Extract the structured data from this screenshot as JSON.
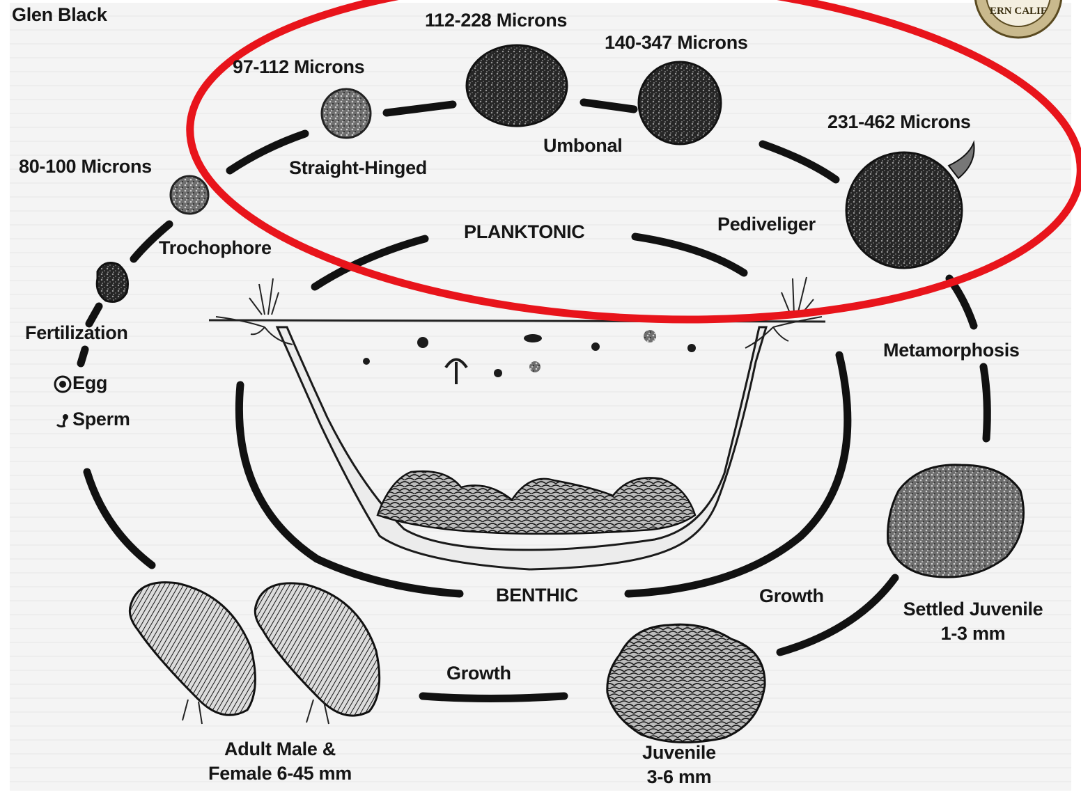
{
  "author": "Glen Black",
  "logo": {
    "text": "ERN CALIF"
  },
  "zones": {
    "planktonic": "PLANKTONIC",
    "benthic": "BENTHIC"
  },
  "sizes": {
    "trochophore": "80-100 Microns",
    "straight_hinged": "97-112 Microns",
    "umbonal_early": "112-228  Microns",
    "umbonal_late": "140-347  Microns",
    "pediveliger": "231-462  Microns"
  },
  "stages": {
    "trochophore": "Trochophore",
    "straight_hinged": "Straight-Hinged",
    "umbonal": "Umbonal",
    "pediveliger": "Pediveliger",
    "metamorphosis": "Metamorphosis",
    "settled_juvenile": [
      "Settled Juvenile",
      "1-3 mm"
    ],
    "growth_right": "Growth",
    "juvenile": [
      "Juvenile",
      "3-6 mm"
    ],
    "growth_bottom": "Growth",
    "adult": [
      "Adult Male &",
      "Female 6-45 mm"
    ],
    "fertilization": "Fertilization",
    "egg": "Egg",
    "sperm": "Sperm"
  },
  "colors": {
    "highlight": "#e8141b",
    "ink": "#151515"
  }
}
